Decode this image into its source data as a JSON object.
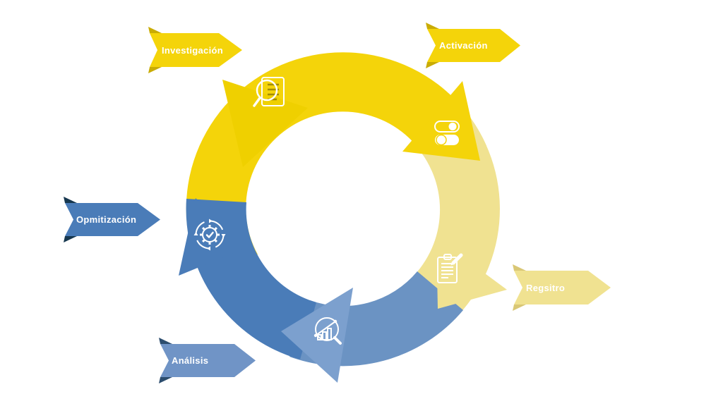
{
  "diagram": {
    "type": "cycle",
    "background_color": "#ffffff",
    "direction": "clockwise",
    "stages": [
      {
        "label": "Investigación",
        "banner_color": "#F4D40A",
        "fold_color": "#C9AC05",
        "segment_color": "#F4D40A",
        "icon": "document-search-icon"
      },
      {
        "label": "Activación",
        "banner_color": "#F4D40A",
        "fold_color": "#C9AC05",
        "segment_color": "#F4D40A",
        "icon": "toggle-switches-icon"
      },
      {
        "label": "Regsitro",
        "banner_color": "#F0E291",
        "fold_color": "#D9C775",
        "segment_color": "#F0E291",
        "icon": "clipboard-pencil-icon"
      },
      {
        "label": "Análisis",
        "banner_color": "#7094C6",
        "fold_color": "#2C4D6E",
        "segment_color": "#6B93C3",
        "arrowhead_color": "#7CA0CE",
        "icon": "chart-magnifier-icon"
      },
      {
        "label": "Opmitización",
        "banner_color": "#4A7CB8",
        "fold_color": "#16374F",
        "segment_color": "#4A7CB8",
        "icon": "gear-check-icon"
      }
    ],
    "ring_colors": {
      "bright_yellow": "#F4D40A",
      "bright_yellow_head_shade": "#EFD000",
      "pale_yellow": "#F0E291",
      "light_blue": "#6B93C3",
      "light_blue_head": "#7CA0CE",
      "medium_blue": "#4A7CB8"
    },
    "icon_stroke_color": "#ffffff"
  }
}
